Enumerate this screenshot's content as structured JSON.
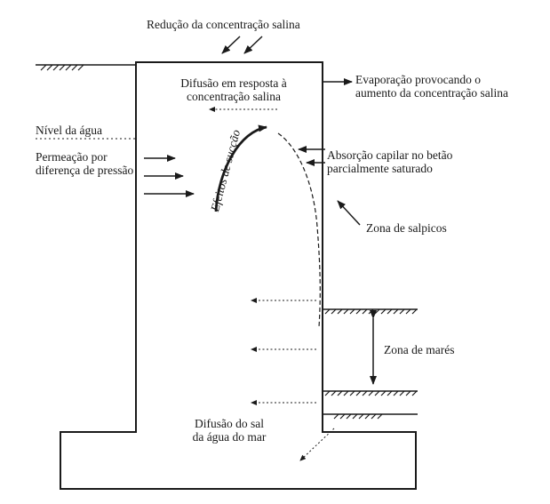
{
  "labels": {
    "top": "Redução da concentração salina",
    "diffusion_top_1": "Difusão em resposta à",
    "diffusion_top_2": "concentração salina",
    "evaporation_1": "Evaporação provocando o",
    "evaporation_2": "aumento da concentração salina",
    "water_level": "Nível da água",
    "permeation_1": "Permeação por",
    "permeation_2": "diferença de pressão",
    "suction": "Efeitos de sucção",
    "capillary_1": "Absorção capilar no betão",
    "capillary_2": "parcialmente saturado",
    "splash": "Zona de salpicos",
    "tidal": "Zona de marés",
    "salt_diffusion_1": "Difusão do sal",
    "salt_diffusion_2": "da água do mar"
  },
  "colors": {
    "line": "#1a1a1a",
    "background": "#ffffff"
  }
}
